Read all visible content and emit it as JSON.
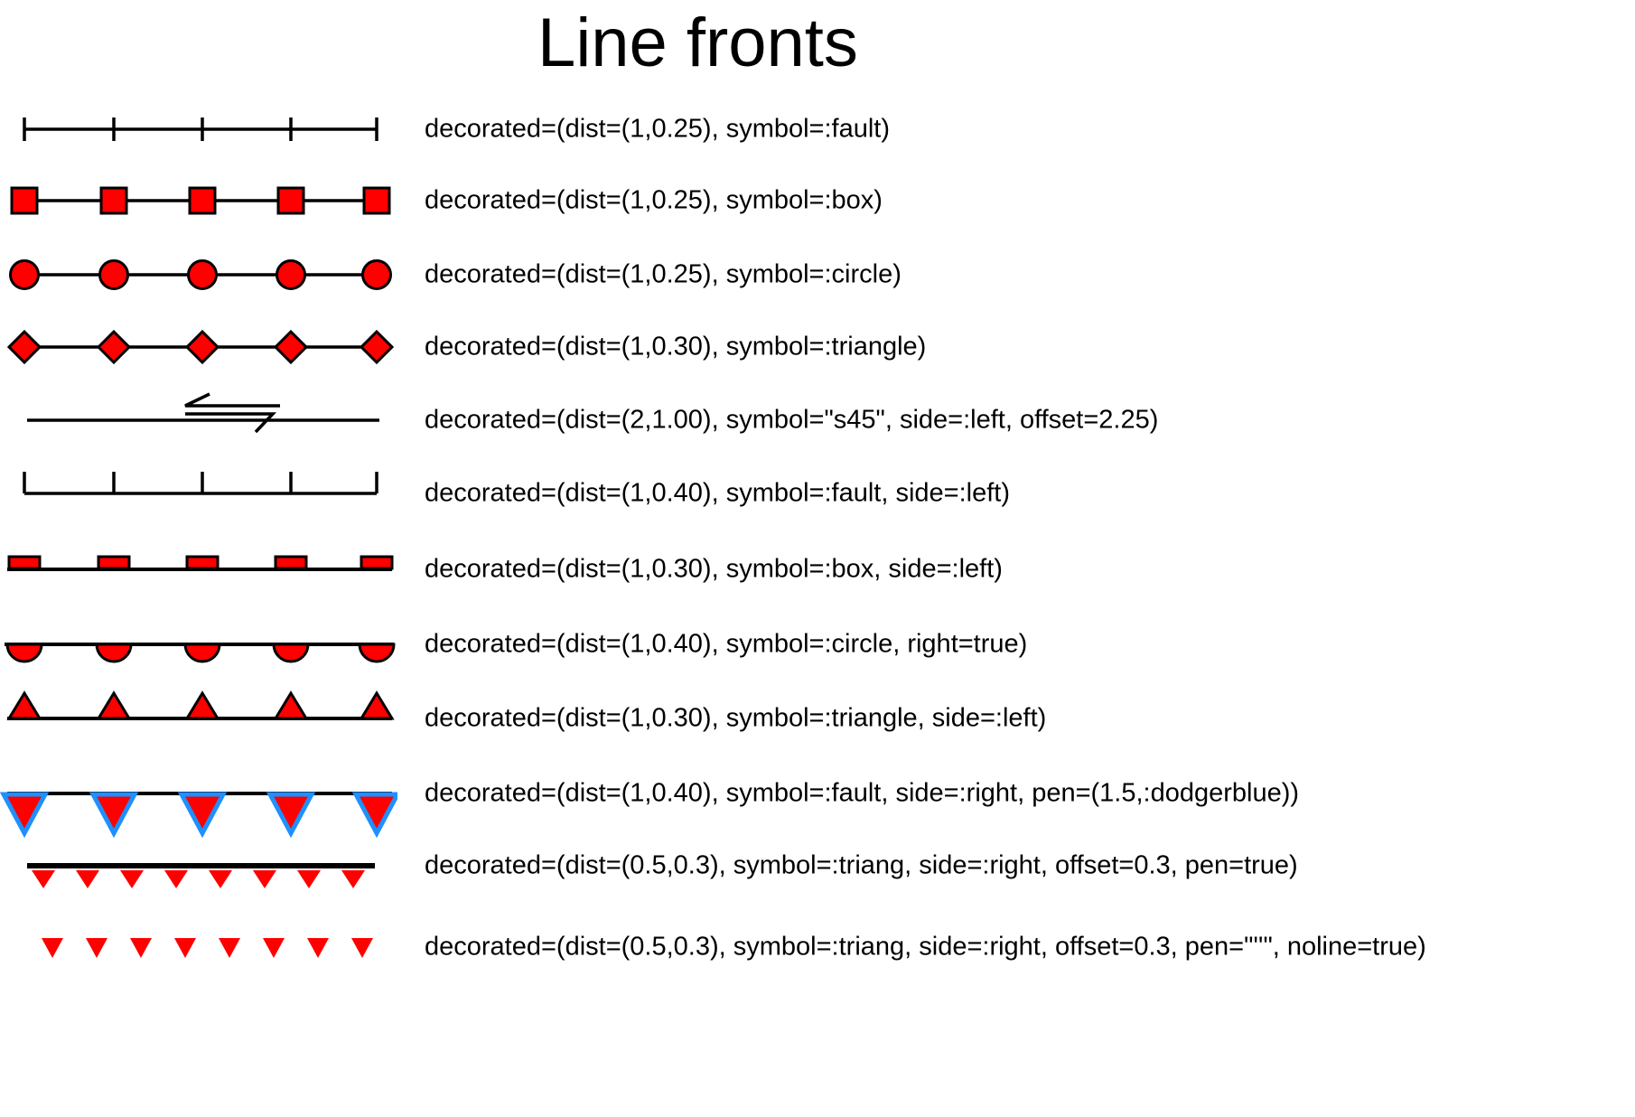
{
  "title": "Line fronts",
  "colors": {
    "symbol_fill": "#ff0000",
    "dodgerblue": "#1e90ff",
    "line": "#000000"
  },
  "rows": [
    {
      "symbol": "fault-cross",
      "label": "decorated=(dist=(1,0.25), symbol=:fault)"
    },
    {
      "symbol": "box-centered",
      "label": "decorated=(dist=(1,0.25), symbol=:box)"
    },
    {
      "symbol": "circle-centered",
      "label": "decorated=(dist=(1,0.25), symbol=:circle)"
    },
    {
      "symbol": "diamond-centered",
      "label": "decorated=(dist=(1,0.30), symbol=:triangle)"
    },
    {
      "symbol": "strike-slip-s45",
      "label": "decorated=(dist=(2,1.00), symbol=\"s45\", side=:left, offset=2.25)"
    },
    {
      "symbol": "fault-left",
      "label": "decorated=(dist=(1,0.40), symbol=:fault, side=:left)"
    },
    {
      "symbol": "box-left",
      "label": "decorated=(dist=(1,0.30), symbol=:box, side=:left)"
    },
    {
      "symbol": "halfcircle-right",
      "label": "decorated=(dist=(1,0.40), symbol=:circle, right=true)"
    },
    {
      "symbol": "triangle-left",
      "label": "decorated=(dist=(1,0.30), symbol=:triangle, side=:left)"
    },
    {
      "symbol": "fault-right-bluepen",
      "label": "decorated=(dist=(1,0.40), symbol=:fault, side=:right, pen=(1.5,:dodgerblue))"
    },
    {
      "symbol": "triang-right-dense",
      "label": "decorated=(dist=(0.5,0.3), symbol=:triang, side=:right, offset=0.3, pen=true)"
    },
    {
      "symbol": "triang-right-noline",
      "label": "decorated=(dist=(0.5,0.3), symbol=:triang, side=:right, offset=0.3, pen=\"''\", noline=true)"
    }
  ]
}
